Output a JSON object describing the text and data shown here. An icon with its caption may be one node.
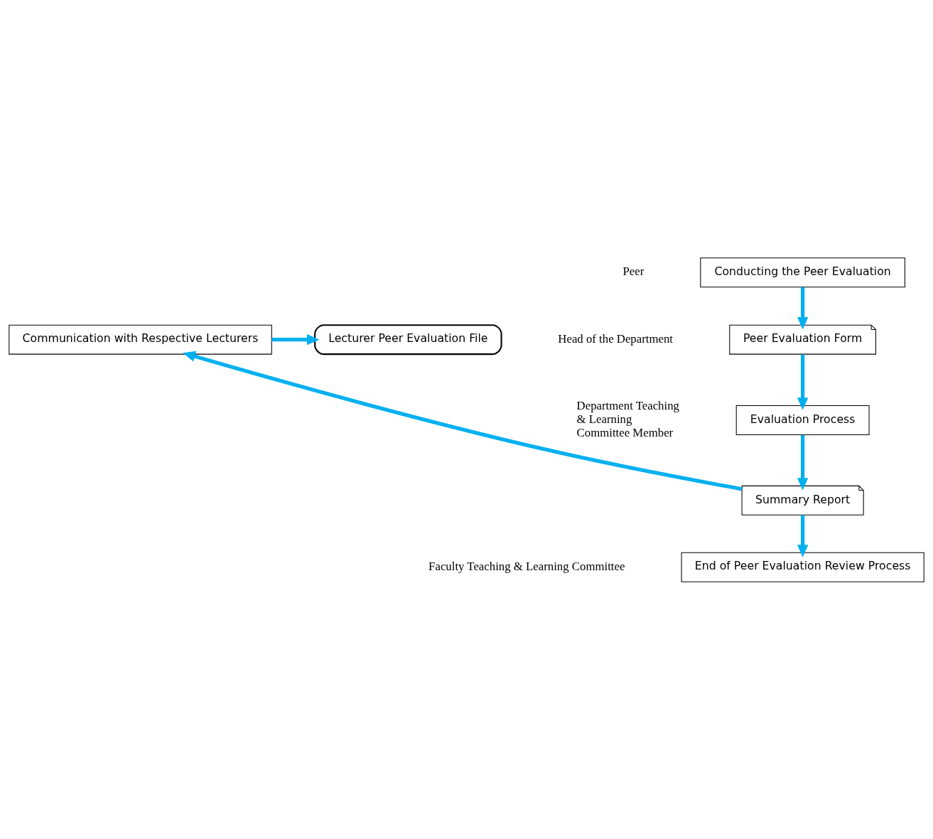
{
  "diagram": {
    "nodes": [
      {
        "text": [
          "Conducting the Peer Evaluation"
        ]
      },
      {
        "text": [
          "Peer Evaluation Form"
        ]
      },
      {
        "text": [
          "Evaluation Process"
        ]
      },
      {
        "text": [
          "Summary Report"
        ]
      },
      {
        "text": [
          "End of Peer Evaluation Review Process"
        ]
      },
      {
        "text": [
          "Communication with Respective Lecturers"
        ]
      },
      {
        "text": [
          "Lecturer Peer Evaluation File"
        ]
      }
    ],
    "edges": [
      {
        "from": 0,
        "to": 1,
        "arrow": "to"
      },
      {
        "from": 1,
        "to": 2,
        "arrow": "to"
      },
      {
        "from": 2,
        "to": 3,
        "arrow": "to"
      },
      {
        "from": 3,
        "to": 4,
        "arrow": "to"
      },
      {
        "from": 3,
        "to": 5,
        "arrow": "to"
      },
      {
        "from": 5,
        "to": 6,
        "arrow": "to"
      }
    ],
    "labels": [
      "Peer",
      "Head of the Department",
      "Department Teaching & Learning Committee Member",
      "Faculty Teaching & Learning Committee"
    ]
  }
}
